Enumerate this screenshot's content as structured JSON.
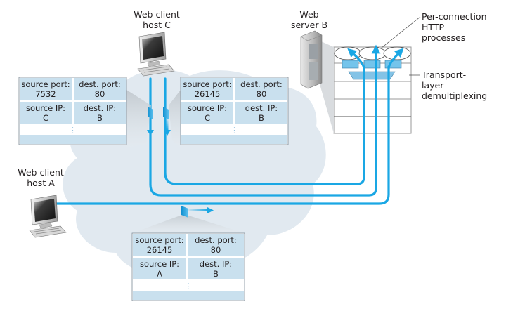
{
  "colors": {
    "network_cloud": "#e1e9f0",
    "connection_line": "#1aa7e4",
    "segment_cell": "#c9e0ee",
    "segment_border": "#7c8a96",
    "process_box": "#74c4eb",
    "demux_box": "#84c3e6",
    "stack_line": "#9a9a9a"
  },
  "hosts": {
    "client_c": {
      "label_line1": "Web client",
      "label_line2": "host C",
      "icon": "desktop-computer-icon"
    },
    "client_a": {
      "label_line1": "Web client",
      "label_line2": "host A",
      "icon": "desktop-computer-icon"
    },
    "server_b": {
      "label_line1": "Web",
      "label_line2": "server B",
      "icon": "server-tower-icon"
    }
  },
  "annotations": {
    "http_processes": {
      "line1": "Per-connection",
      "line2": "HTTP",
      "line3": "processes"
    },
    "demux": {
      "line1": "Transport-",
      "line2": "layer",
      "line3": "demultiplexing"
    }
  },
  "segments": [
    {
      "id": "c-7532",
      "from": "host C",
      "fields": {
        "source_port_label": "source port:",
        "source_port": "7532",
        "dest_port_label": "dest. port:",
        "dest_port": "80",
        "source_ip_label": "source IP:",
        "source_ip": "C",
        "dest_ip_label": "dest. IP:",
        "dest_ip": "B"
      }
    },
    {
      "id": "c-26145",
      "from": "host C",
      "fields": {
        "source_port_label": "source port:",
        "source_port": "26145",
        "dest_port_label": "dest. port:",
        "dest_port": "80",
        "source_ip_label": "source IP:",
        "source_ip": "C",
        "dest_ip_label": "dest. IP:",
        "dest_ip": "B"
      }
    },
    {
      "id": "a-26145",
      "from": "host A",
      "fields": {
        "source_port_label": "source port:",
        "source_port": "26145",
        "dest_port_label": "dest. port:",
        "dest_port": "80",
        "source_ip_label": "source IP:",
        "source_ip": "A",
        "dest_ip_label": "dest. IP:",
        "dest_ip": "B"
      }
    }
  ],
  "continuation_glyph": "⋮"
}
